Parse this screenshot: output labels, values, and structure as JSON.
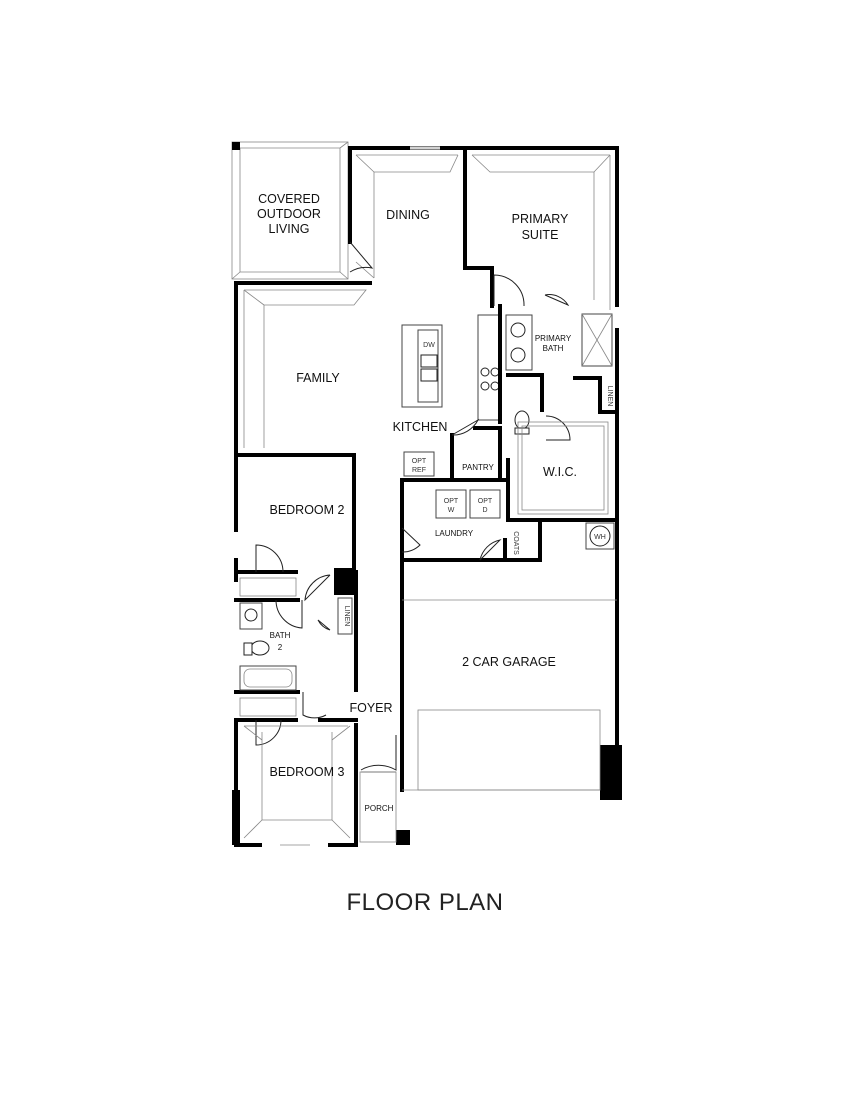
{
  "title": "FLOOR PLAN",
  "rooms": {
    "covered_outdoor_living": [
      "COVERED",
      "OUTDOOR",
      "LIVING"
    ],
    "dining": "DINING",
    "primary_suite": [
      "PRIMARY",
      "SUITE"
    ],
    "family": "FAMILY",
    "kitchen": "KITCHEN",
    "primary_bath": [
      "PRIMARY",
      "BATH"
    ],
    "linen_primary": "LINEN",
    "wic": "W.I.C.",
    "opt_ref": [
      "OPT",
      "REF"
    ],
    "pantry": "PANTRY",
    "bedroom_2": "BEDROOM 2",
    "laundry": "LAUNDRY",
    "opt_w": [
      "OPT",
      "W"
    ],
    "opt_d": [
      "OPT",
      "D"
    ],
    "coats": "COATS",
    "wh": "WH",
    "linen_hall": "LINEN",
    "bath_2": [
      "BATH",
      "2"
    ],
    "garage": "2 CAR GARAGE",
    "foyer": "FOYER",
    "bedroom_3": "BEDROOM 3",
    "porch": "PORCH",
    "dw": "DW"
  },
  "colors": {
    "wall": "#000000",
    "line": "#444444",
    "background": "#ffffff"
  }
}
